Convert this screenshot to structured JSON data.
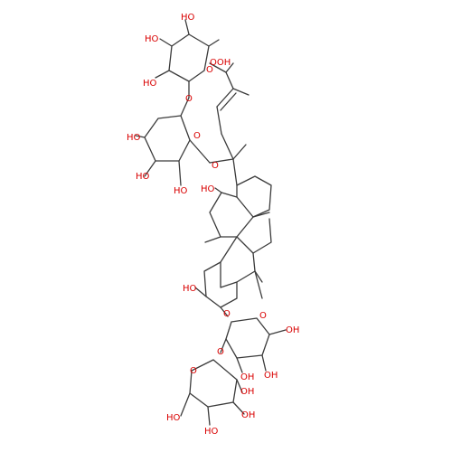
{
  "structure": {
    "oxygen_label": "O",
    "hydroxyl_label": "HO",
    "hydroxyl_label_right": "OH",
    "hydroperoxy_label": "OOH",
    "methyl_stub": "",
    "colors": {
      "bond": "#3b3b3b",
      "heteroatom": "#d90000",
      "background": "#ffffff"
    }
  },
  "labels": [
    {
      "id": "rha-ho-top",
      "text": "HO"
    },
    {
      "id": "rha-ho-mid",
      "text": "HO"
    },
    {
      "id": "rha-ho-low",
      "text": "HO"
    },
    {
      "id": "rha-ring-o",
      "text": "O"
    },
    {
      "id": "ooh",
      "text": "OOH"
    },
    {
      "id": "glc-link-o",
      "text": "O"
    },
    {
      "id": "glc-ho-1",
      "text": "HO"
    },
    {
      "id": "glc-ring-o",
      "text": "O"
    },
    {
      "id": "glc-ho-2",
      "text": "HO"
    },
    {
      "id": "glc-ho-3",
      "text": "HO"
    },
    {
      "id": "c20-o",
      "text": "O"
    },
    {
      "id": "c12-oh",
      "text": "HO"
    },
    {
      "id": "c2-oh",
      "text": "HO"
    },
    {
      "id": "c3-o",
      "text": "O"
    },
    {
      "id": "glc2-ring-o",
      "text": "O"
    },
    {
      "id": "glc2-ch2oh",
      "text": "OH"
    },
    {
      "id": "glc2-oh-a",
      "text": "OH"
    },
    {
      "id": "glc2-oh-b",
      "text": "OH"
    },
    {
      "id": "glc2-link-o",
      "text": "O"
    },
    {
      "id": "glc3-ring-o",
      "text": "O"
    },
    {
      "id": "glc3-oh-a",
      "text": "OH"
    },
    {
      "id": "glc3-oh-b",
      "text": "OH"
    },
    {
      "id": "glc3-ho",
      "text": "HO"
    },
    {
      "id": "glc3-ch2oh",
      "text": "HO"
    }
  ]
}
